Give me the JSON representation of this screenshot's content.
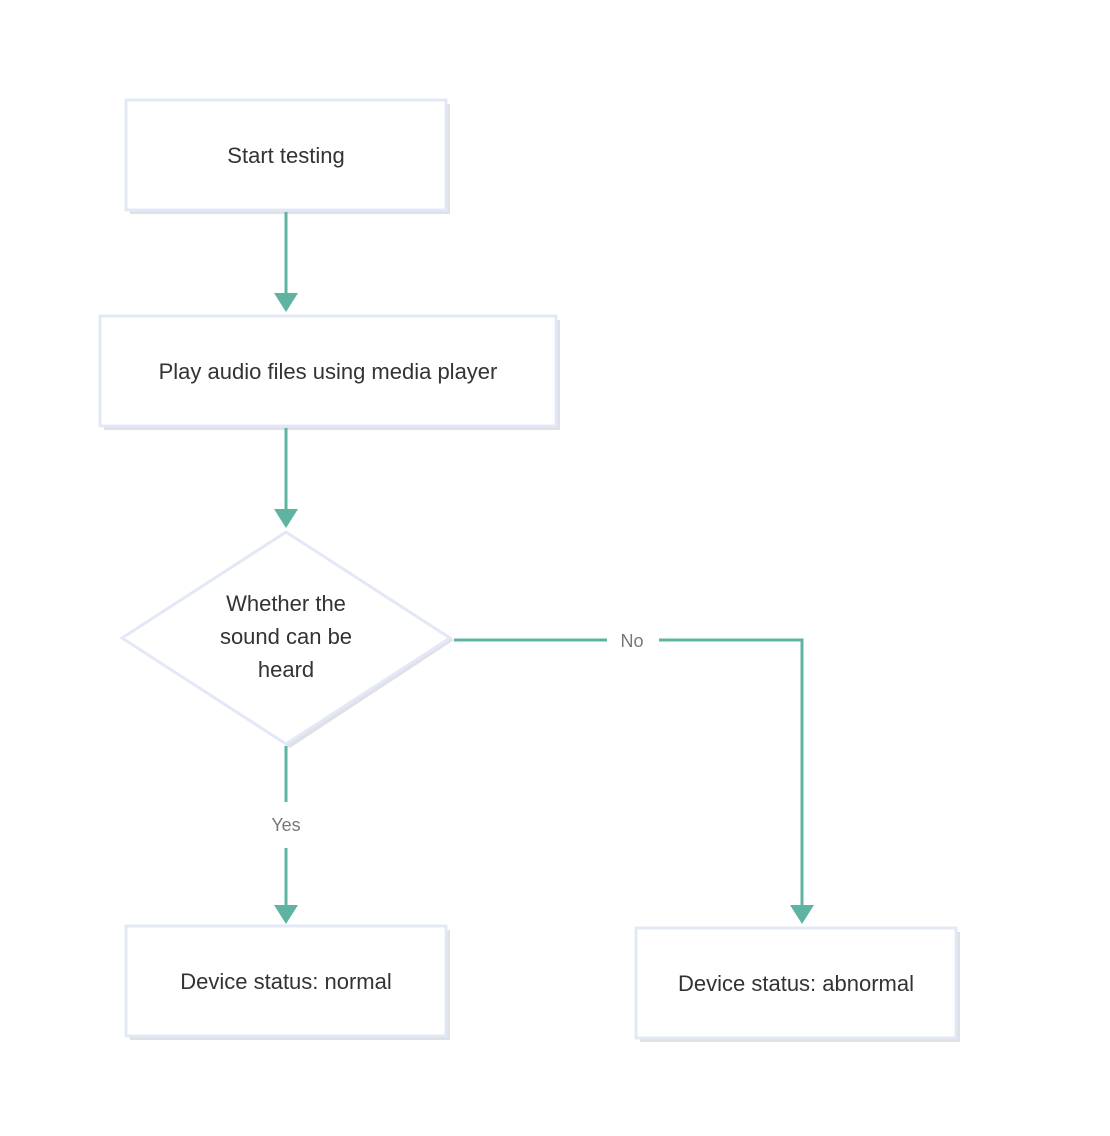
{
  "diagram": {
    "nodes": {
      "start": {
        "label": "Start testing"
      },
      "play": {
        "label": "Play audio files using media player"
      },
      "decision": {
        "lines": [
          "Whether the",
          "sound can be",
          "heard"
        ]
      },
      "normal": {
        "label": "Device status: normal"
      },
      "abnormal": {
        "label": "Device status: abnormal"
      }
    },
    "edges": {
      "yes_label": "Yes",
      "no_label": "No"
    },
    "colors": {
      "edge": "#5fb3a1",
      "node_border": "#e3e8f7",
      "text": "#333333",
      "label_text": "#777777"
    }
  }
}
